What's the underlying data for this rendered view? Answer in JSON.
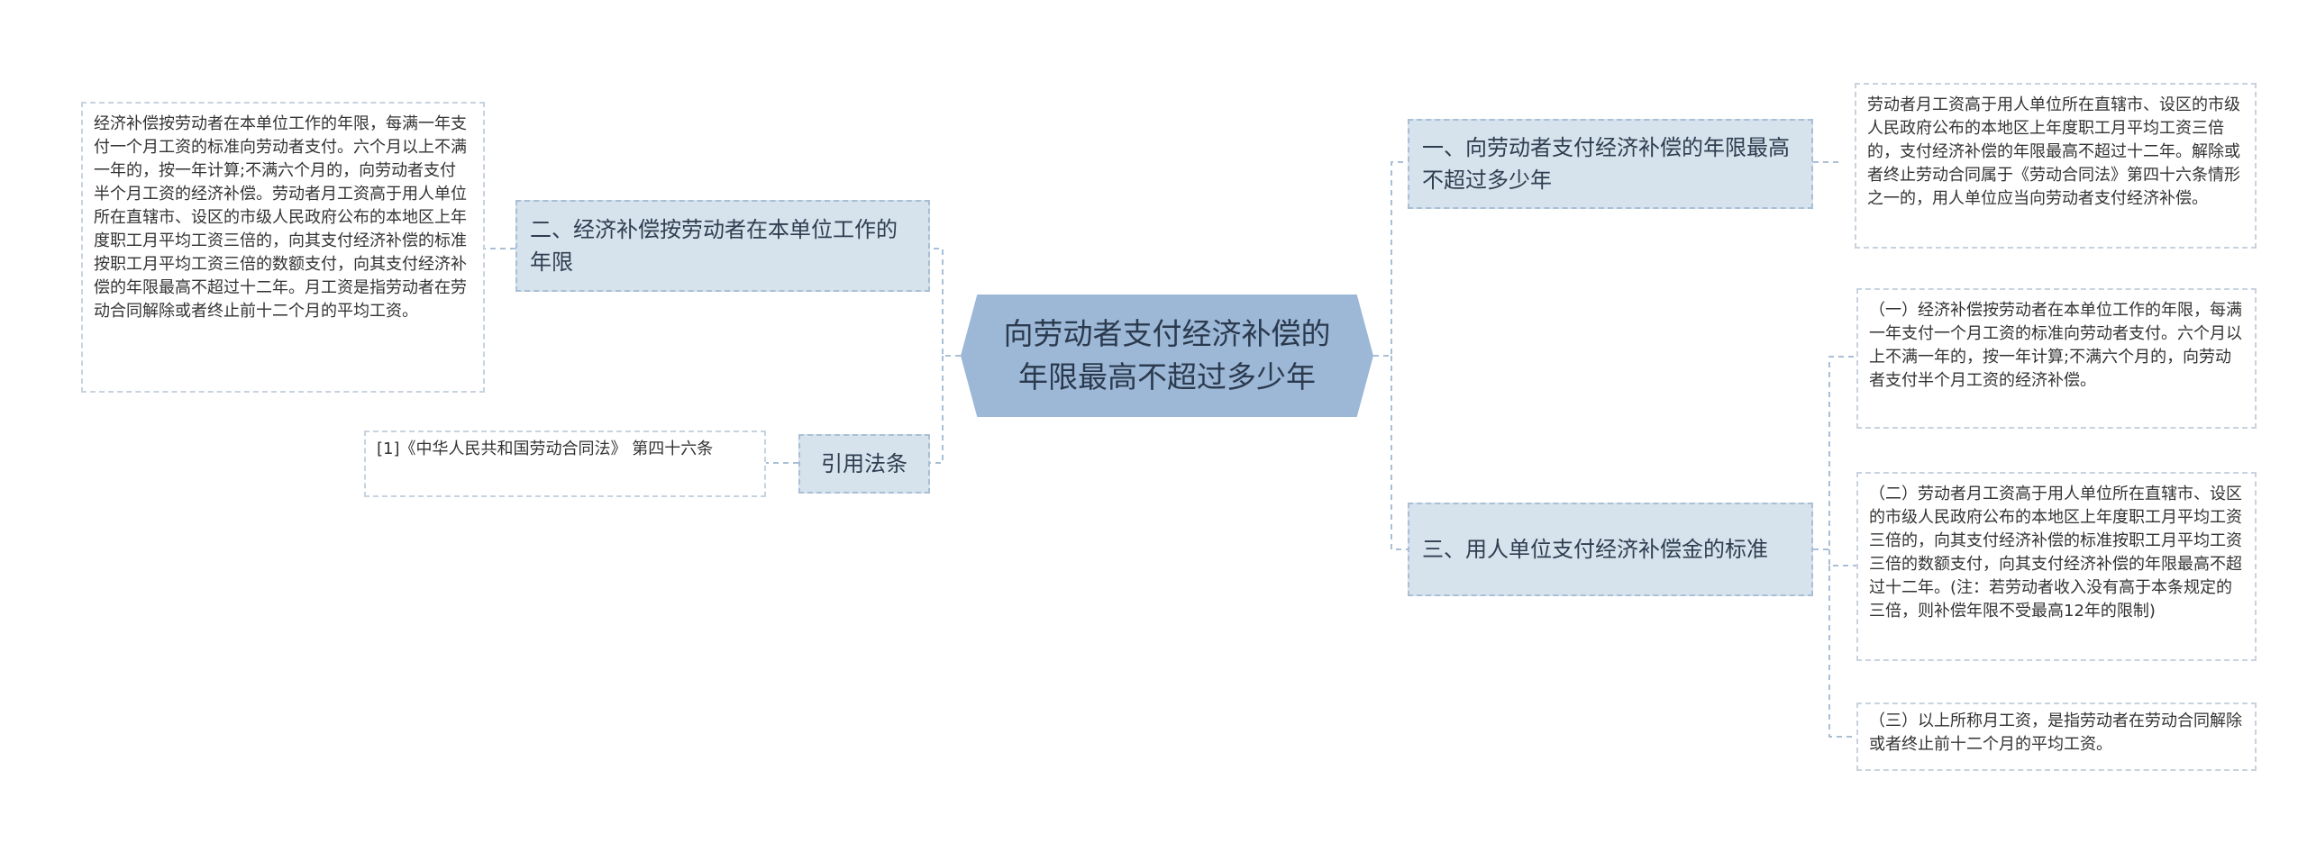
{
  "root": {
    "text": "向劳动者支付经济补偿的年限最高不超过多少年"
  },
  "left": {
    "branch_duration": {
      "label": "二、经济补偿按劳动者在本单位工作的年限",
      "detail": "经济补偿按劳动者在本单位工作的年限，每满一年支付一个月工资的标准向劳动者支付。六个月以上不满一年的，按一年计算;不满六个月的，向劳动者支付半个月工资的经济补偿。劳动者月工资高于用人单位所在直辖市、设区的市级人民政府公布的本地区上年度职工月平均工资三倍的，向其支付经济补偿的标准按职工月平均工资三倍的数额支付，向其支付经济补偿的年限最高不超过十二年。月工资是指劳动者在劳动合同解除或者终止前十二个月的平均工资。"
    },
    "branch_law": {
      "label": "引用法条",
      "detail": "[1]《中华人民共和国劳动合同法》 第四十六条"
    }
  },
  "right": {
    "branch_max_years": {
      "label": "一、向劳动者支付经济补偿的年限最高不超过多少年",
      "detail": "劳动者月工资高于用人单位所在直辖市、设区的市级人民政府公布的本地区上年度职工月平均工资三倍的，支付经济补偿的年限最高不超过十二年。解除或者终止劳动合同属于《劳动合同法》第四十六条情形之一的，用人单位应当向劳动者支付经济补偿。"
    },
    "branch_standard": {
      "label": "三、用人单位支付经济补偿金的标准",
      "details": [
        "（一）经济补偿按劳动者在本单位工作的年限，每满一年支付一个月工资的标准向劳动者支付。六个月以上不满一年的，按一年计算;不满六个月的，向劳动者支付半个月工资的经济补偿。",
        "（二）劳动者月工资高于用人单位所在直辖市、设区的市级人民政府公布的本地区上年度职工月平均工资三倍的，向其支付经济补偿的标准按职工月平均工资三倍的数额支付，向其支付经济补偿的年限最高不超过十二年。(注：若劳动者收入没有高于本条规定的三倍，则补偿年限不受最高12年的限制)",
        "（三）以上所称月工资，是指劳动者在劳动合同解除或者终止前十二个月的平均工资。"
      ]
    }
  },
  "colors": {
    "root_fill": "#9db8d6",
    "branch_fill": "#d6e2ec",
    "connector": "#a9bfd6"
  }
}
